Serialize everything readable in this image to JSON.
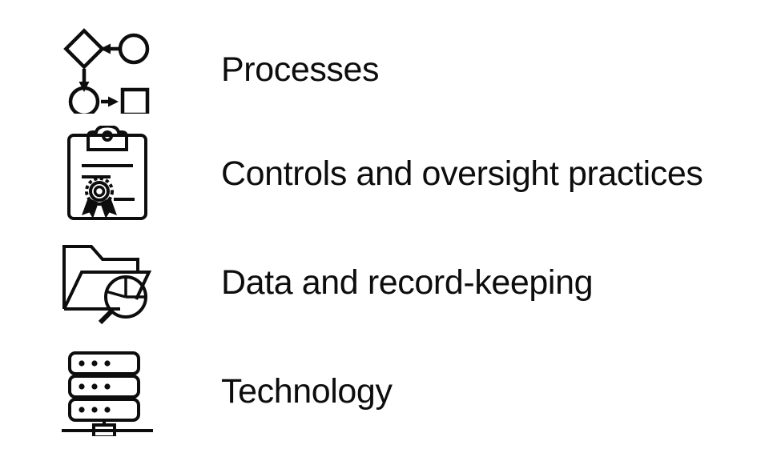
{
  "page": {
    "title": "Four operating pillars list",
    "background_color": "#ffffff",
    "text_color": "#0d0d0d",
    "layout": "icon-left, label-right, four stacked rows"
  },
  "rows": [
    {
      "id": "processes",
      "label": "Processes",
      "icon_name": "flowchart-icon",
      "icon_description": "flowchart with diamond, circle, square and arrows"
    },
    {
      "id": "controls-and-oversight-practices",
      "label": "Controls and oversight practices",
      "icon_name": "clipboard-certificate-icon",
      "icon_description": "clipboard with ruled lines and award rosette"
    },
    {
      "id": "data-and-record-keeping",
      "label": "Data and record-keeping",
      "icon_name": "folder-search-icon",
      "icon_description": "open folder with magnifying glass containing pie chart"
    },
    {
      "id": "technology",
      "label": "Technology",
      "icon_name": "server-rack-icon",
      "icon_description": "three stacked server units with network bus connector"
    }
  ]
}
